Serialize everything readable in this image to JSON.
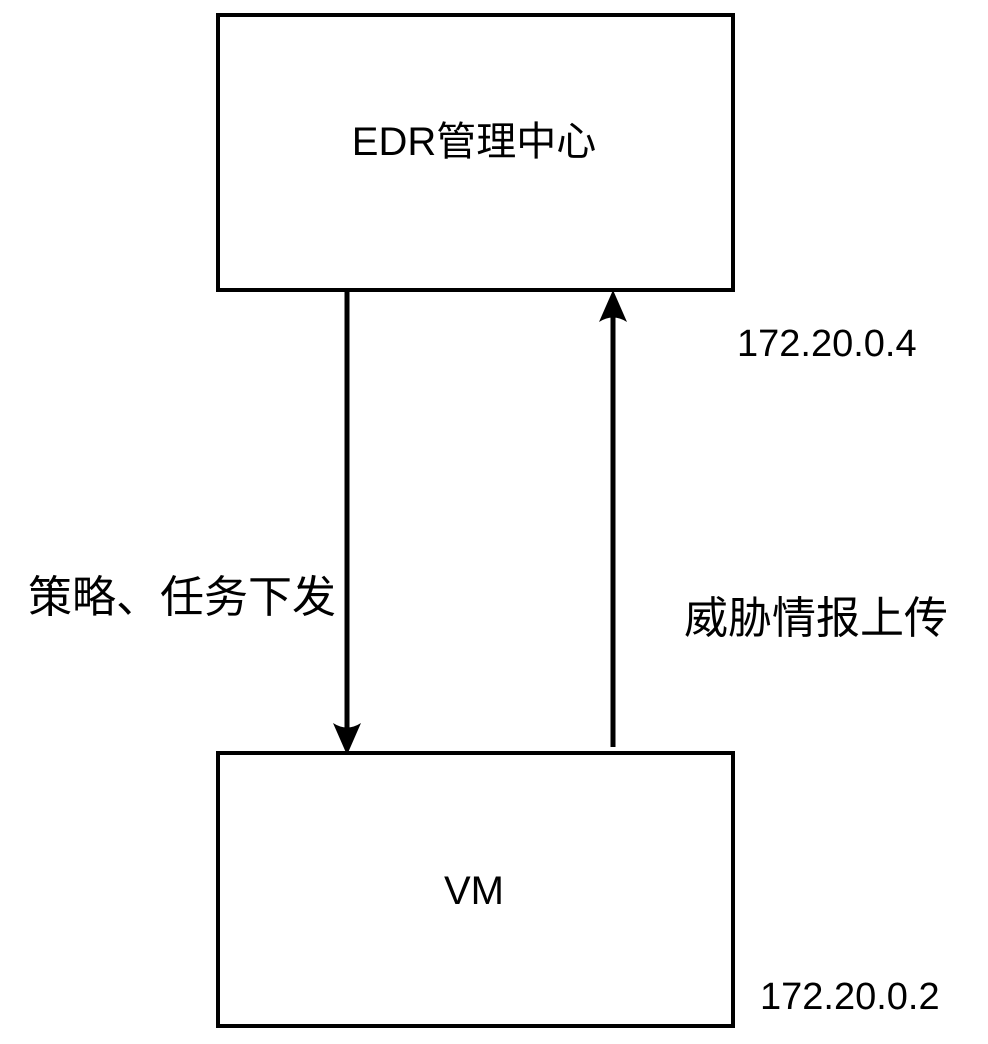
{
  "diagram": {
    "nodes": {
      "edr": {
        "label": "EDR管理中心",
        "ip": "172.20.0.4"
      },
      "vm": {
        "label": "VM",
        "ip": "172.20.0.2"
      }
    },
    "edges": {
      "down": {
        "label": "策略、任务下发",
        "direction": "EDR管理中心 -> VM"
      },
      "up": {
        "label": "威胁情报上传",
        "direction": "VM -> EDR管理中心"
      }
    },
    "colors": {
      "stroke": "#000000",
      "background": "#ffffff"
    }
  }
}
